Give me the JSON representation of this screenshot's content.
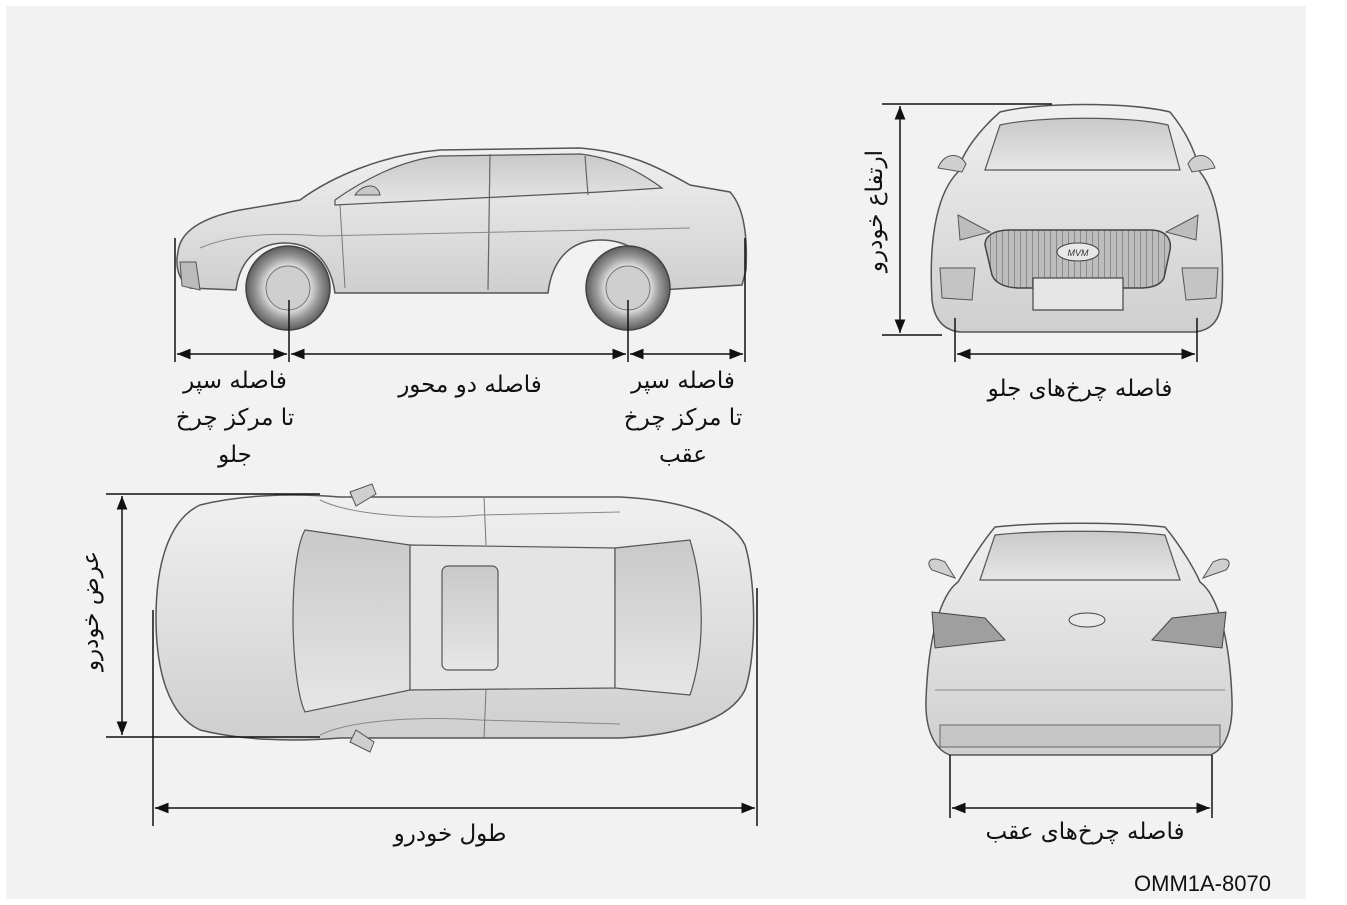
{
  "figure_code": "OMM1A-8070",
  "labels": {
    "front_overhang": [
      "فاصله سپر",
      "تا مرکز چرخ",
      "جلو"
    ],
    "wheelbase": "فاصله دو محور",
    "rear_overhang": [
      "فاصله سپر",
      "تا مرکز چرخ",
      "عقب"
    ],
    "height": "ارتفاع خودرو",
    "front_track": "فاصله چرخ‌های جلو",
    "width": "عرض خودرو",
    "length": "طول خودرو",
    "rear_track": "فاصله چرخ‌های عقب"
  },
  "logo_text": "MVM"
}
